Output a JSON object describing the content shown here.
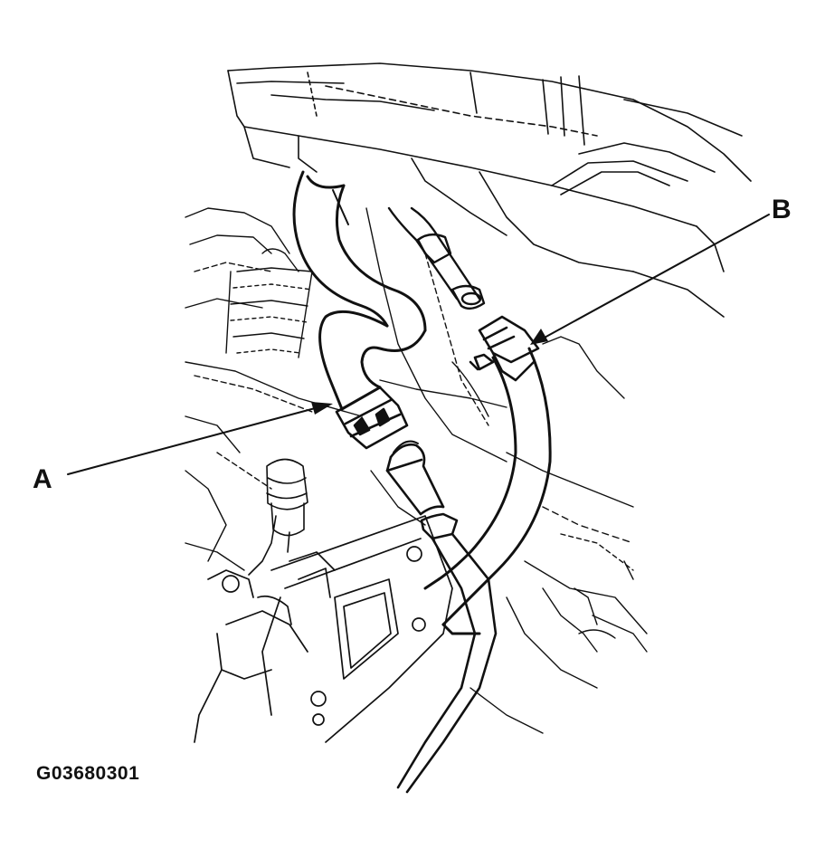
{
  "callouts": {
    "a": "A",
    "b": "B"
  },
  "figure_code": "G03680301",
  "colors": {
    "line": "#111111",
    "background": "#ffffff"
  }
}
